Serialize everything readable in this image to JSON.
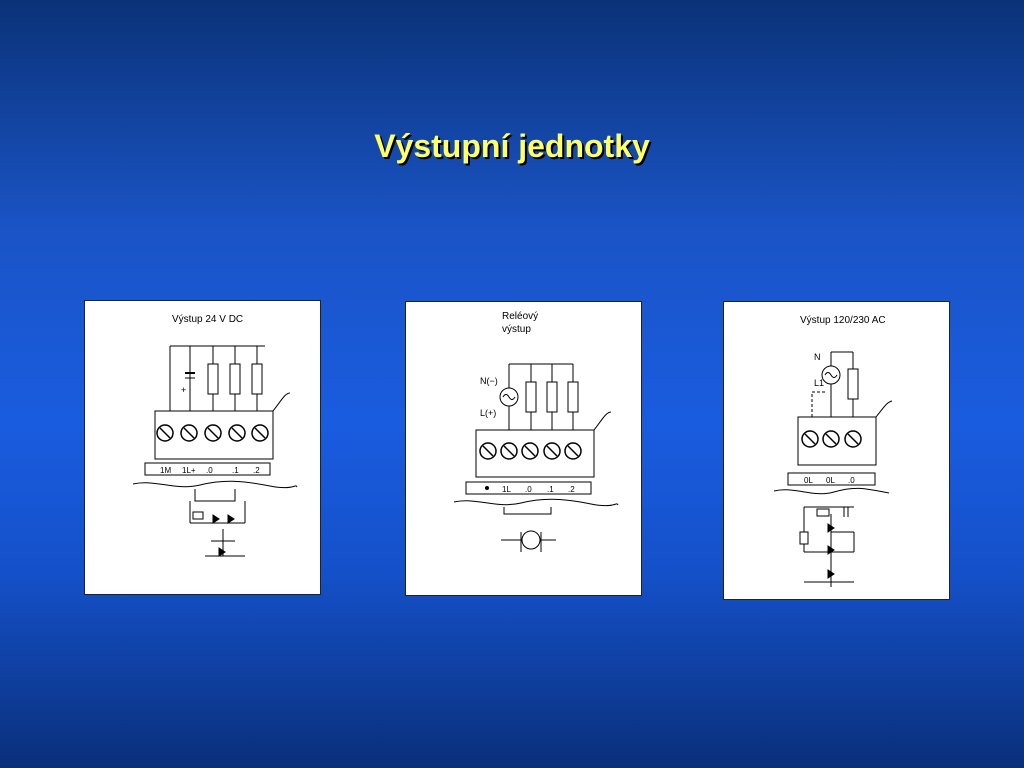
{
  "slide": {
    "title": "Výstupní jednotky"
  },
  "panels": [
    {
      "title": "Výstup 24 V DC",
      "terminals": [
        "1M",
        "1L+",
        ".0",
        ".1",
        ".2"
      ],
      "plus": "+"
    },
    {
      "title1": "Reléový",
      "title2": "výstup",
      "n_label": "N(−)",
      "l_label": "L(+)",
      "terminals": [
        "1L",
        ".0",
        ".1",
        ".2"
      ]
    },
    {
      "title": "Výstup 120/230 AC",
      "n_label": "N",
      "l_label": "L1",
      "terminals": [
        "0L",
        "0L",
        ".0"
      ]
    }
  ]
}
